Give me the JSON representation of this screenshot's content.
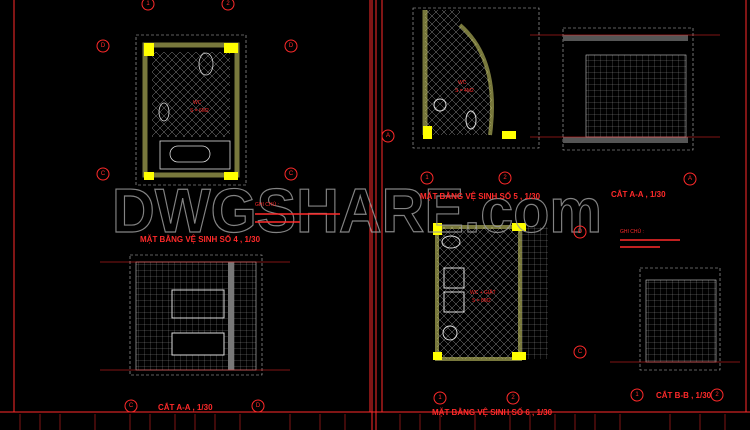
{
  "watermark": "DWGSHARE.com",
  "colors": {
    "background": "#000000",
    "frame": "#ff2a2a",
    "walls": "#c8c864",
    "columns": "#ffff00",
    "lines": "#e0e0e0"
  },
  "drawings": {
    "plan4": {
      "title": "MẶT BẰNG VỆ SINH SỐ 4 , 1/30",
      "room": "WC",
      "area": "S = 6M2",
      "grid": [
        "D",
        "D",
        "C",
        "C",
        "1",
        "2"
      ]
    },
    "section_left": {
      "title": "CẮT A-A , 1/30",
      "grid": [
        "C",
        "D"
      ]
    },
    "plan5": {
      "title": "MẶT BẰNG VỆ SINH SỐ 5 , 1/30",
      "room": "WC",
      "area": "S = 4M2",
      "grid": [
        "A",
        "1",
        "2"
      ]
    },
    "section_right": {
      "title": "CẮT A-A , 1/30",
      "grid": [
        "A"
      ]
    },
    "plan6": {
      "title": "MẶT BẰNG VỆ SINH SỐ 6 , 1/30",
      "room": "WC + GIẶT",
      "area": "S = 8M2",
      "grid": [
        "D",
        "C",
        "1",
        "2"
      ]
    },
    "section_bb": {
      "title": "CẮT B-B , 1/30",
      "grid": [
        "1",
        "2"
      ]
    }
  },
  "notes": {
    "heading": "GHI CHÚ :"
  }
}
